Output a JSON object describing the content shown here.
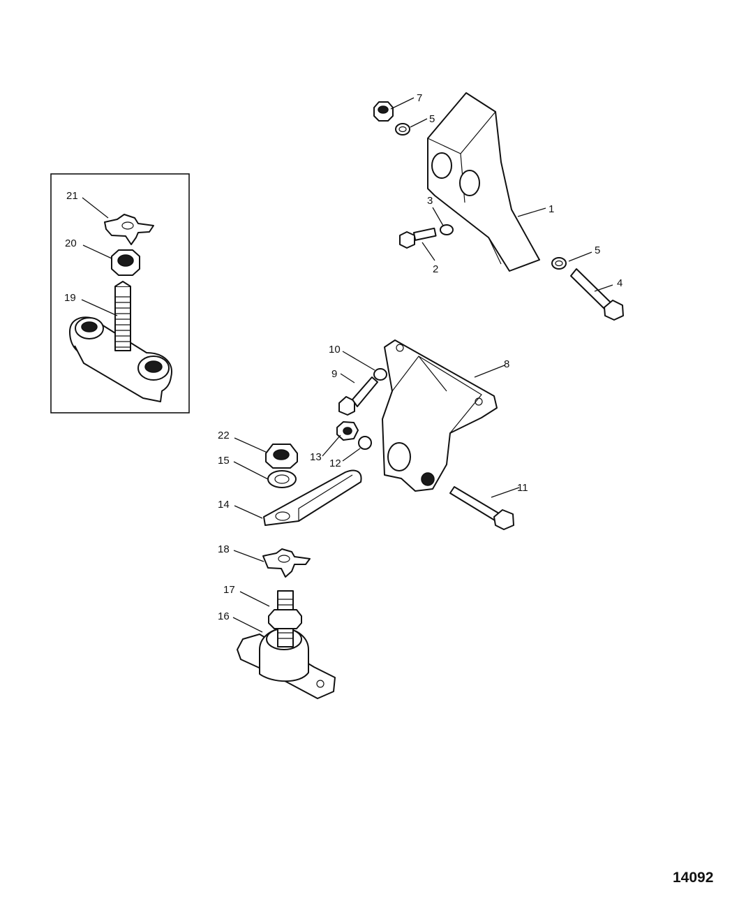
{
  "figure_number": "14092",
  "callouts": [
    {
      "id": "c7",
      "text": "7"
    },
    {
      "id": "c5a",
      "text": "5"
    },
    {
      "id": "c1",
      "text": "1"
    },
    {
      "id": "c3",
      "text": "3"
    },
    {
      "id": "c2",
      "text": "2"
    },
    {
      "id": "c5b",
      "text": "5"
    },
    {
      "id": "c4",
      "text": "4"
    },
    {
      "id": "c21",
      "text": "21"
    },
    {
      "id": "c20",
      "text": "20"
    },
    {
      "id": "c19",
      "text": "19"
    },
    {
      "id": "c10",
      "text": "10"
    },
    {
      "id": "c8",
      "text": "8"
    },
    {
      "id": "c9",
      "text": "9"
    },
    {
      "id": "c22",
      "text": "22"
    },
    {
      "id": "c13",
      "text": "13"
    },
    {
      "id": "c12",
      "text": "12"
    },
    {
      "id": "c15",
      "text": "15"
    },
    {
      "id": "c11",
      "text": "11"
    },
    {
      "id": "c14",
      "text": "14"
    },
    {
      "id": "c18",
      "text": "18"
    },
    {
      "id": "c17",
      "text": "17"
    },
    {
      "id": "c16",
      "text": "16"
    }
  ]
}
